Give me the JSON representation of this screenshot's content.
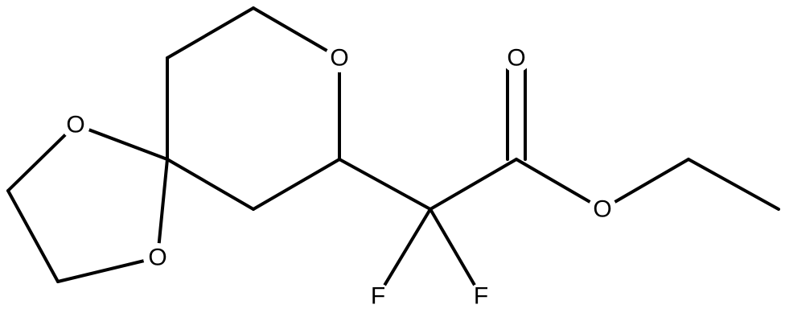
{
  "structure": {
    "atoms": {
      "o_ring": "O",
      "o_diox_top": "O",
      "o_diox_bottom": "O",
      "o_carbonyl": "O",
      "o_ester": "O",
      "f_left": "F",
      "f_right": "F"
    }
  }
}
